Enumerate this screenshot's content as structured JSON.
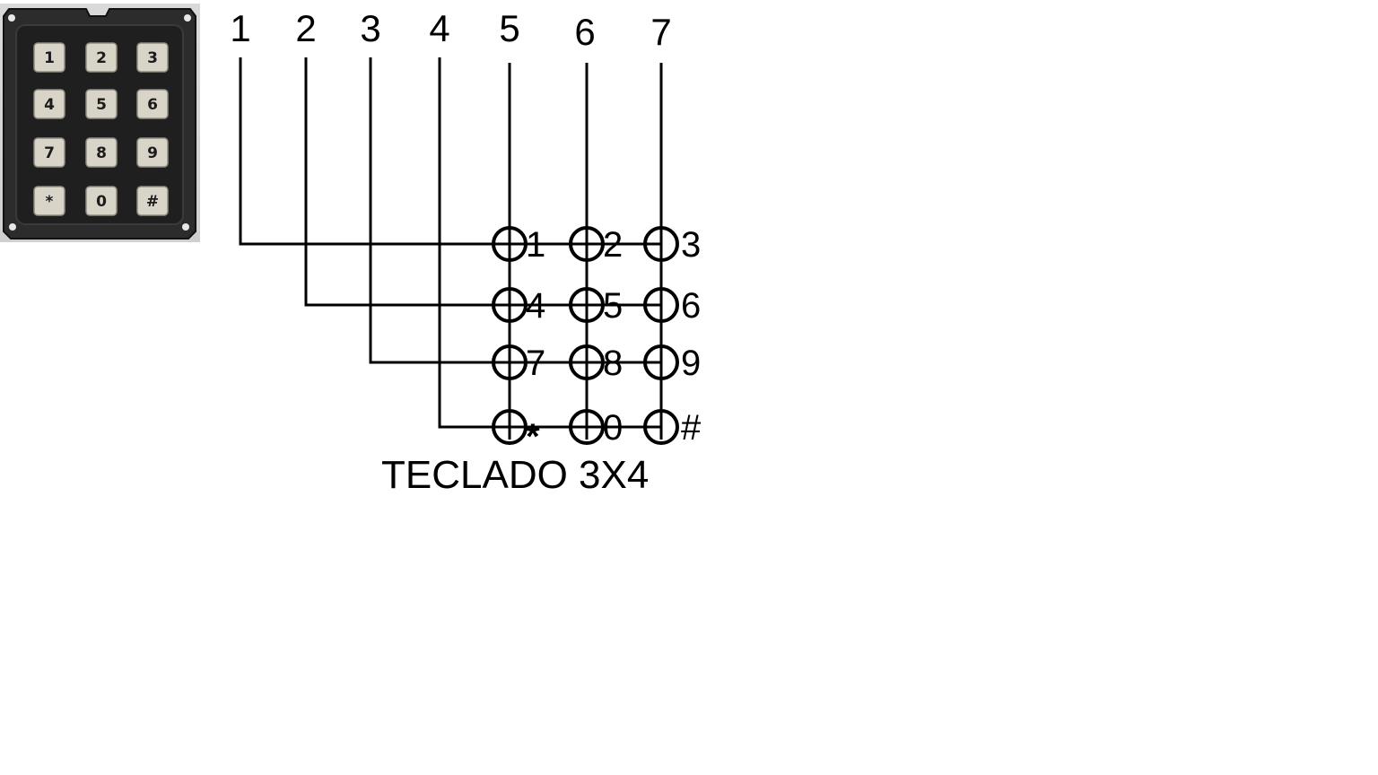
{
  "photo": {
    "keys": [
      [
        "1",
        "2",
        "3"
      ],
      [
        "4",
        "5",
        "6"
      ],
      [
        "7",
        "8",
        "9"
      ],
      [
        "*",
        "0",
        "#"
      ]
    ],
    "colors": {
      "body": "#2a2a2a",
      "key_face": "#d8d4c8",
      "key_text": "#1b1b1b"
    }
  },
  "schematic": {
    "pin_labels": [
      "1",
      "2",
      "3",
      "4",
      "5",
      "6",
      "7"
    ],
    "key_labels": [
      [
        "1",
        "2",
        "3"
      ],
      [
        "4",
        "5",
        "6"
      ],
      [
        "7",
        "8",
        "9"
      ],
      [
        "*",
        "0",
        "#"
      ]
    ],
    "title": "TECLADO 3X4",
    "line_color": "#000000"
  }
}
